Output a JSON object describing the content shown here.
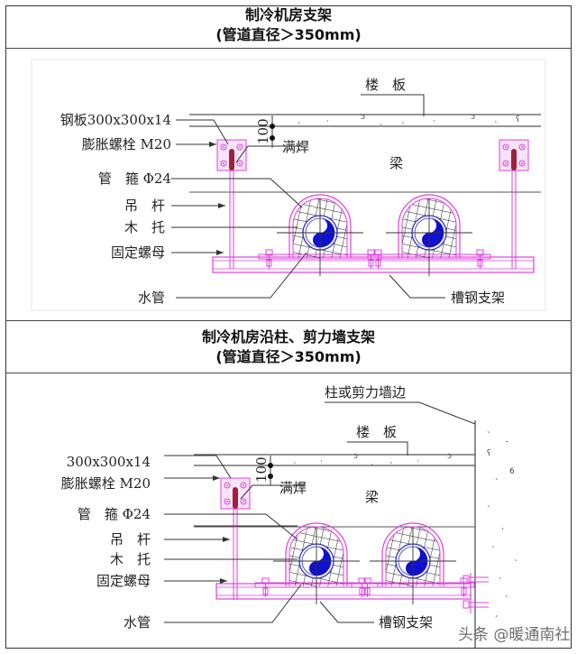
{
  "panel_top": {
    "title": "制冷机房支架",
    "subtitle": "(管道直径＞350mm)",
    "labels": {
      "steel_plate": "钢板300x300x14",
      "expansion_bolt": "膨胀螺栓 M20",
      "pipe_clamp": "管　箍 Φ24",
      "hanger_rod": "吊　杆",
      "wood_support": "木　托",
      "fixing_nut": "固定螺母",
      "water_pipe": "水管",
      "floor_slab": "楼　板",
      "full_weld": "满焊",
      "beam": "梁",
      "channel_steel": "槽钢支架",
      "dimension": "100"
    }
  },
  "panel_bottom": {
    "title": "制冷机房沿柱、剪力墙支架",
    "subtitle": "(管道直径＞350mm)",
    "labels": {
      "steel_plate": "300x300x14",
      "expansion_bolt": "膨胀螺栓 M20",
      "pipe_clamp": "管　箍 Φ24",
      "hanger_rod": "吊　杆",
      "wood_support": "木　托",
      "fixing_nut": "固定螺母",
      "water_pipe": "水管",
      "floor_slab": "楼　板",
      "full_weld": "满焊",
      "beam": "梁",
      "channel_steel": "槽钢支架",
      "column_edge": "柱或剪力墙边",
      "dimension": "100"
    }
  },
  "watermark": "头条 @暖通南社",
  "colors": {
    "magenta": "#e040e0",
    "plate_fill": "#f7e4f7",
    "weld_red": "#a0203a",
    "pipe_blue": "#1010d0",
    "line": "#333333"
  }
}
